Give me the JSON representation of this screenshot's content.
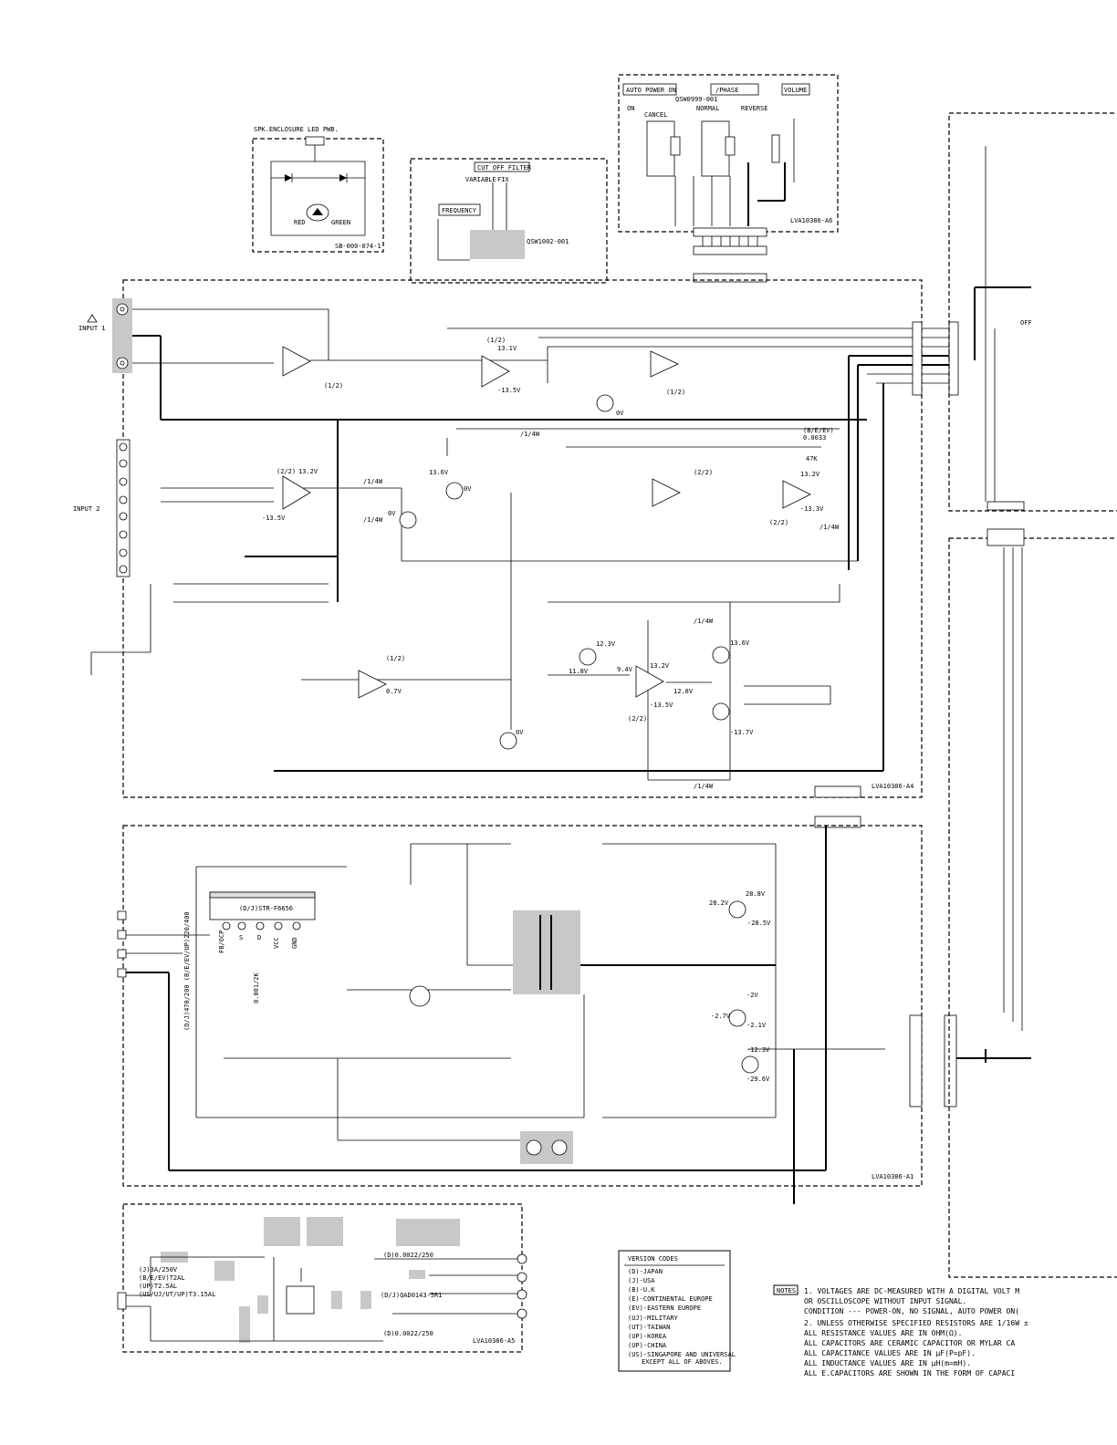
{
  "spk_enclosure": {
    "title": "SPK.ENCLOSURE LED PWB.",
    "red": "RED",
    "green": "GREEN",
    "part": "SB-000-074-1"
  },
  "controls": {
    "auto_power": "AUTO POWER ON",
    "phase": "/PHASE",
    "volume": "VOLUME",
    "switch_part": "QSW0999-001",
    "on": "ON",
    "cancel": "CANCEL",
    "normal": "NORMAL",
    "reverse": "REVERSE",
    "board": "LVA10386-A6"
  },
  "cutoff": {
    "title": "CUT OFF FILTER",
    "variable": "VARIABLE",
    "fix": "FIX",
    "frequency": "FREQUENCY",
    "switch_part": "QSW1002-001"
  },
  "inputs": {
    "input1": "INPUT 1",
    "input2": "INPUT 2"
  },
  "amp_board": {
    "board": "LVA10386-A4",
    "half1": "(1/2)",
    "half2": "(2/2)",
    "v_13_1": "13.1V",
    "v_m13_5": "-13.5V",
    "v_13_2": "13.2V",
    "v_13_6": "13.6V",
    "v_11_8": "11.8V",
    "v_12_3": "12.3V",
    "v_m13_7": "-13.7V",
    "v_m13_3": "-13.3V",
    "v_0v": "0V",
    "v_0_7": "0.7V",
    "v_9_4": "9.4V",
    "v_12_8": "12.8V",
    "res_quarter": "/1/4W",
    "bev": "(B/E/EV)",
    "cap_0033": "0.0033",
    "r_47k": "47K"
  },
  "power_board": {
    "board": "LVA10386-A1",
    "ic": "(D/J)STR-F6656",
    "pins": [
      "FB/OCP",
      "S",
      "D",
      "VCC",
      "GND"
    ],
    "cap_note": "(D/J)470/200 (B/E/EV/UP)220/400",
    "cap_001": "0.001/2K",
    "v_28_2": "28.2V",
    "v_28_8": "28.8V",
    "v_m28_5": "-28.5V",
    "v_m2": "-2V",
    "v_m2_7": "-2.7V",
    "v_m2_1": "-2.1V",
    "v_m12_3": "-12.3V",
    "v_m29_6": "-29.6V"
  },
  "ac_board": {
    "board": "LVA10386-A5",
    "fuse_lines": [
      "(J)3A/250V",
      "(B/E/EV)T2AL",
      "(UP)T2.5AL",
      "(US/UJ/UT/UP)T3.15AL"
    ],
    "cap1": "(D)0.0022/250",
    "cap2": "(D)0.0022/250",
    "diode": "(D/J)QAD0143-5R1"
  },
  "version_codes": {
    "title": "VERSION CODES",
    "items": [
      "(D)-JAPAN",
      "(J)-USA",
      "(B)-U.K",
      "(E)-CONTINENTAL EUROPE",
      "(EV)-EASTERN EUROPE",
      "(UJ)-MILITARY",
      "(UT)-TAIWAN",
      "(UP)-KOREA",
      "(UP)-CHINA",
      "(US)-SINGAPORE AND UNIVERSAL",
      "EXCEPT ALL OF ABOVES."
    ]
  },
  "notes": {
    "label": "NOTES",
    "lines": [
      "1. VOLTAGES ARE DC-MEASURED WITH A DIGITAL VOLT M",
      "   OR OSCILLOSCOPE WITHOUT INPUT SIGNAL.",
      "   CONDITION --- POWER-ON, NO SIGNAL, AUTO POWER ON(",
      "2. UNLESS OTHERWISE SPECIFIED RESISTORS ARE 1/16W ±",
      "   ALL RESISTANCE VALUES ARE IN OHM(Ω).",
      "   ALL CAPACITORS ARE CERAMIC CAPACITOR OR MYLAR CA",
      "   ALL CAPACITANCE VALUES ARE IN μF(P=pF).",
      "   ALL INDUCTANCE VALUES ARE IN μH(m=mH).",
      "   ALL E.CAPACITORS ARE SHOWN IN THE FORM OF CAPACI"
    ]
  },
  "right_labels": {
    "off": "OFF"
  }
}
